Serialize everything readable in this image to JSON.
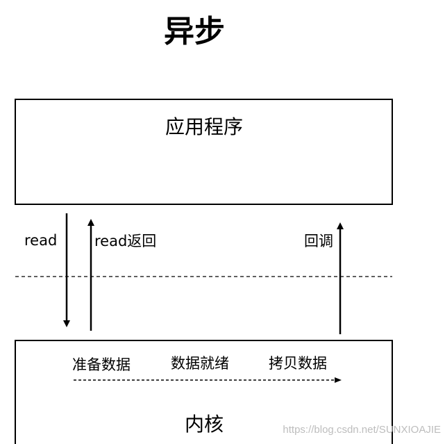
{
  "title": "异步",
  "app_box": {
    "label": "应用程序"
  },
  "kernel_box": {
    "label": "内核",
    "stages": [
      "准备数据",
      "数据就绪",
      "拷贝数据"
    ]
  },
  "arrows": {
    "read": "read",
    "read_return": "read返回",
    "callback": "回调"
  },
  "watermark": "https://blog.csdn.net/SUNXIOAJIE",
  "colors": {
    "line": "#000000",
    "watermark": "#bdbdbd"
  }
}
